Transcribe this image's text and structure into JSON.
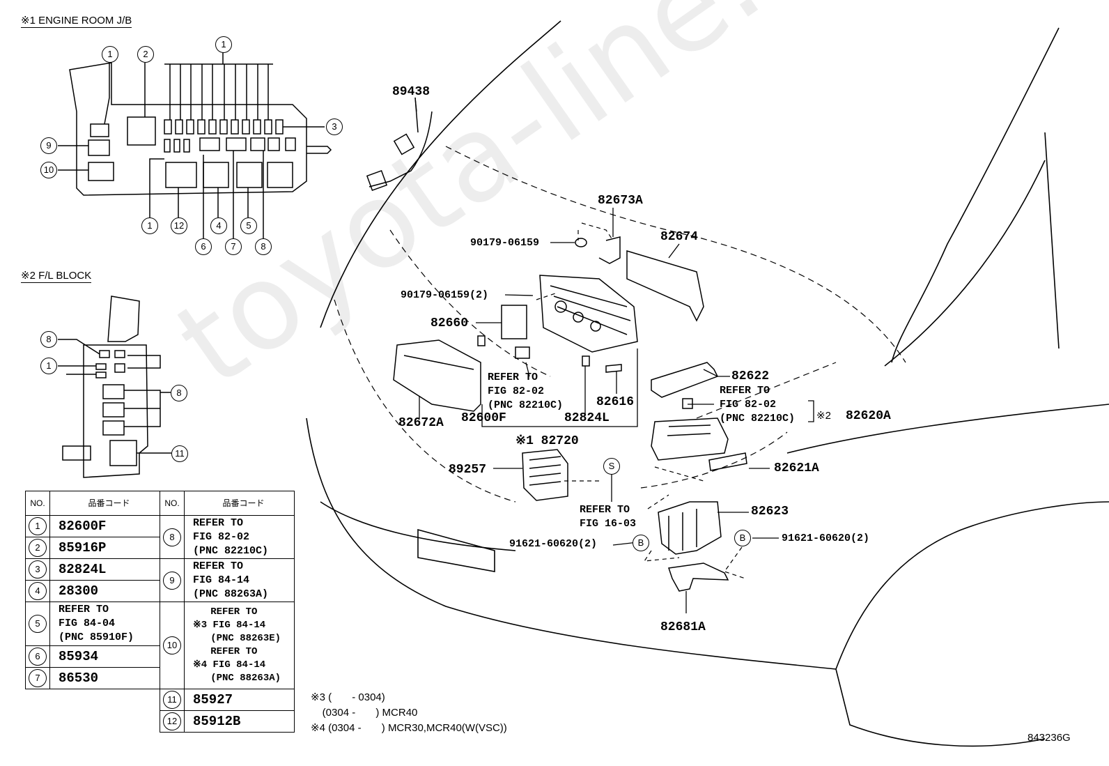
{
  "figure_code": "843236G",
  "watermark": "toyota-line.ru",
  "engine_room_jb": {
    "title": "※1 ENGINE ROOM J/B",
    "callouts": [
      "1",
      "2",
      "1",
      "3",
      "9",
      "10",
      "1",
      "12",
      "6",
      "4",
      "7",
      "5",
      "8"
    ]
  },
  "fl_block": {
    "title": "※2 F/L BLOCK",
    "callouts": [
      "8",
      "1",
      "8",
      "11"
    ]
  },
  "table": {
    "header_no": "NO.",
    "header_code": "品番コード",
    "left_rows": [
      {
        "no": "1",
        "code": "82600F"
      },
      {
        "no": "2",
        "code": "85916P"
      },
      {
        "no": "3",
        "code": "82824L"
      },
      {
        "no": "4",
        "code": "28300"
      },
      {
        "no": "5",
        "code": "REFER TO\nFIG 84-04\n(PNC 85910F)"
      },
      {
        "no": "6",
        "code": "85934"
      },
      {
        "no": "7",
        "code": "86530"
      }
    ],
    "right_rows": [
      {
        "no": "8",
        "code": "REFER TO\nFIG 82-02\n(PNC 82210C)"
      },
      {
        "no": "9",
        "code": "REFER TO\nFIG 84-14\n(PNC 88263A)"
      },
      {
        "no": "10",
        "code": "   REFER TO\n※3 FIG 84-14\n   (PNC 88263E)\n   REFER TO\n※4 FIG 84-14\n   (PNC 88263A)"
      },
      {
        "no": "11",
        "code": "85927"
      },
      {
        "no": "12",
        "code": "85912B"
      }
    ]
  },
  "notes": [
    "※3 (       - 0304)",
    "    (0304 -       ) MCR40",
    "※4 (0304 -       ) MCR30,MCR40(W(VSC))"
  ],
  "part_labels": {
    "p89438": "89438",
    "p82673A": "82673A",
    "p82674": "82674",
    "p90179a": "90179-06159",
    "p90179b": "90179-06159(2)",
    "p82660": "82660",
    "refer_8202a": "REFER TO\nFIG 82-02\n(PNC 82210C)",
    "p82616": "82616",
    "p82622": "82622",
    "refer_8202b": "REFER TO\nFIG 82-02\n(PNC 82210C)",
    "mark2": "※2",
    "p82620A": "82620A",
    "p82672A": "82672A",
    "p82600F": "82600F",
    "p82824L": "82824L",
    "p82720": "※1 82720",
    "p89257": "89257",
    "p82621A": "82621A",
    "circle_s": "S",
    "refer_1603": "REFER TO\nFIG 16-03",
    "p82623": "82623",
    "p91621a": "91621-60620(2)",
    "p91621b": "91621-60620(2)",
    "circle_b": "B",
    "p82681A": "82681A"
  }
}
